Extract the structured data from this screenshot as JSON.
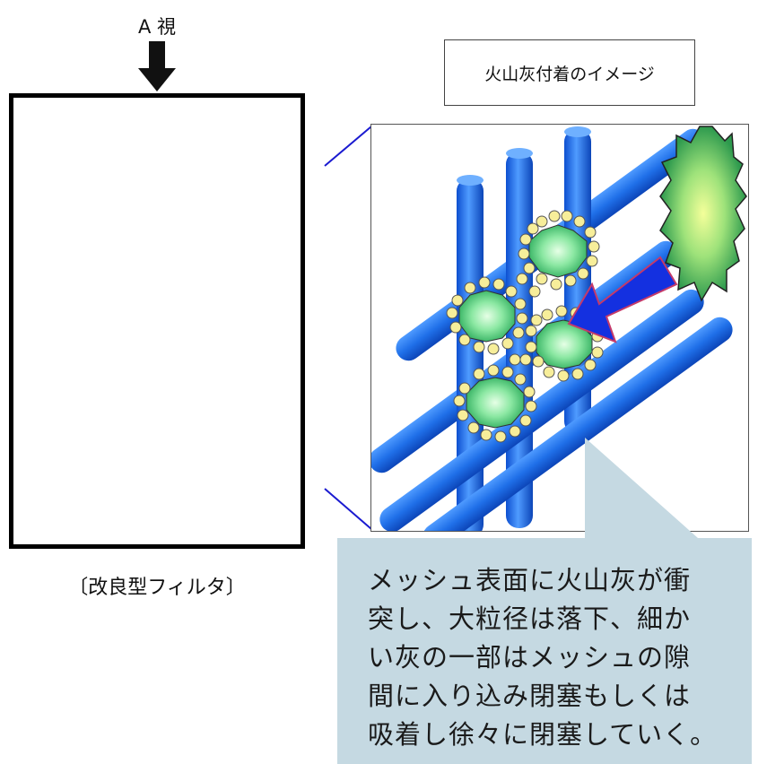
{
  "view_label": "A 視",
  "filter_caption": "〔改良型フィルタ〕",
  "illustration_title": "火山灰付着のイメージ",
  "callout_lines": [
    "メッシュ表面に火山灰が衝",
    "突し、大粒径は落下、細か",
    "い灰の一部はメッシュの隙",
    "間に入り込み閉塞もしくは",
    "吸着し徐々に閉塞していく。"
  ],
  "colors": {
    "mesh_rod": "#1f6fe8",
    "ash_small": "#f7ee9a",
    "ash_large": "#7fe39a",
    "callout_bg": "#c5d9e2",
    "impact_arrow": "#1430e0",
    "zoom_line": "#1a1ad0"
  }
}
